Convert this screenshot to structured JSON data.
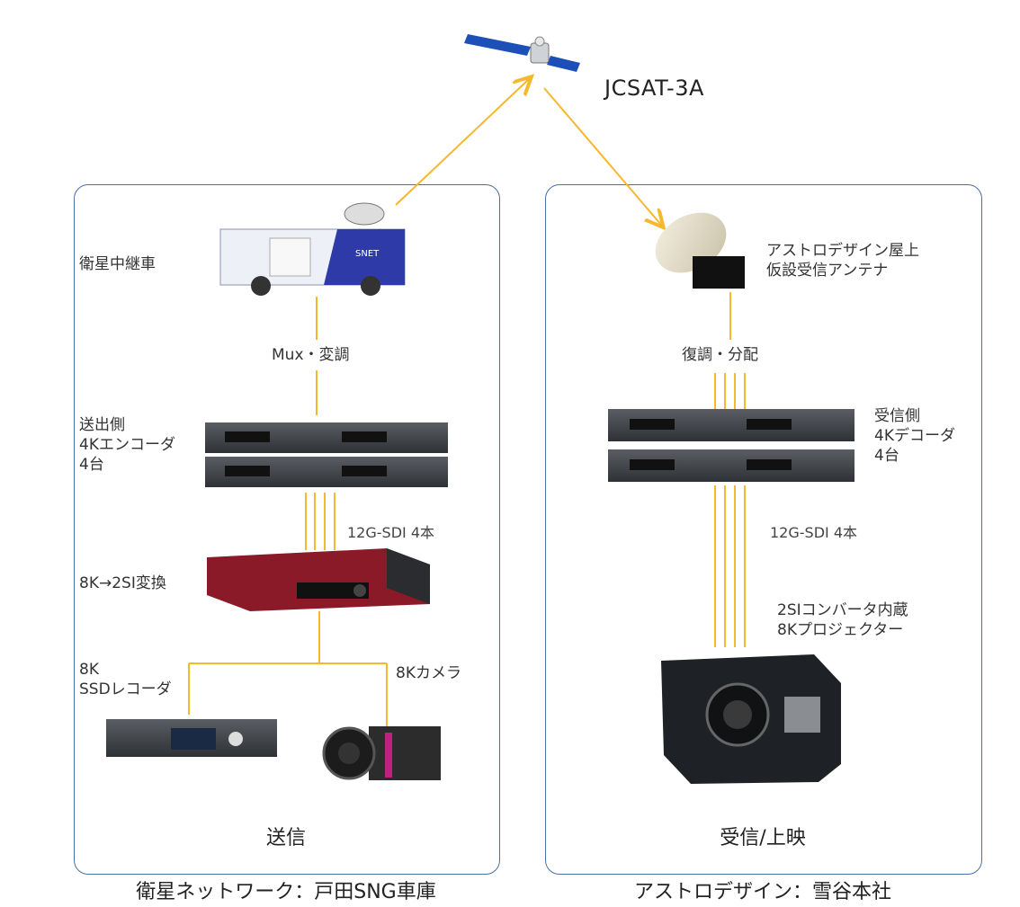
{
  "satellite": {
    "name": "JCSAT-3A"
  },
  "transmit": {
    "caption_line1": "送信",
    "caption_line2": "衛星ネットワーク：戸田SNG車庫",
    "relay_vehicle": "衛星中継車",
    "mux_mod": "Mux・変調",
    "encoders": "送出側\n4Kエンコーダ\n4台",
    "sdi": "12G-SDI 4本",
    "converter": "8K→2SI変換",
    "recorder": "8K\nSSDレコーダ",
    "camera": "8Kカメラ",
    "truck_logo": "SNET"
  },
  "receive": {
    "caption_line1": "受信/上映",
    "caption_line2": "アストロデザイン：雪谷本社",
    "antenna": "アストロデザイン屋上\n仮設受信アンテナ",
    "demod": "復調・分配",
    "decoders": "受信側\n4Kデコーダ\n4台",
    "sdi": "12G-SDI 4本",
    "projector": "2SIコンバータ内蔵\n8Kプロジェクター"
  },
  "colors": {
    "link": "#f5b82e",
    "panel_border": "#4a6fa5",
    "device_dark": "#3a3d42",
    "converter_red": "#8a1a28"
  }
}
